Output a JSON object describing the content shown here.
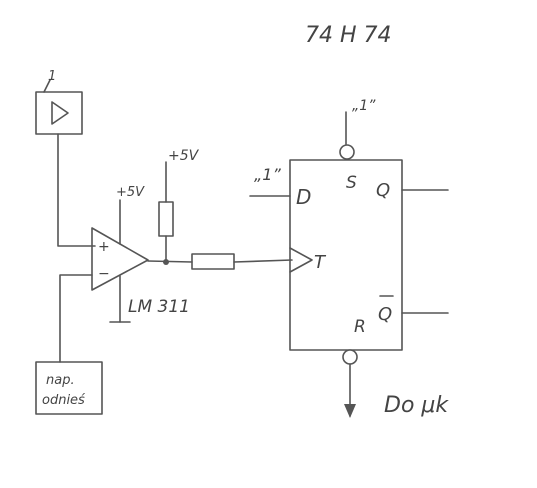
{
  "chip_title": "74 H 74",
  "input_source": {
    "level_label": "1"
  },
  "comparator": {
    "name": "LM 311",
    "supply_label": "+5V",
    "plus_label": "+",
    "minus_label": "−"
  },
  "pullup": {
    "supply_label": "+5V"
  },
  "flipflop": {
    "set_input_label": "„1”",
    "d_input_label": "„1”",
    "pin_d": "D",
    "pin_s": "S",
    "pin_q": "Q",
    "pin_t": "T",
    "pin_r": "R",
    "pin_qbar": "Q"
  },
  "reference_box": {
    "line1": "nap.",
    "line2": "odnieś"
  },
  "output_label": "Do μk"
}
